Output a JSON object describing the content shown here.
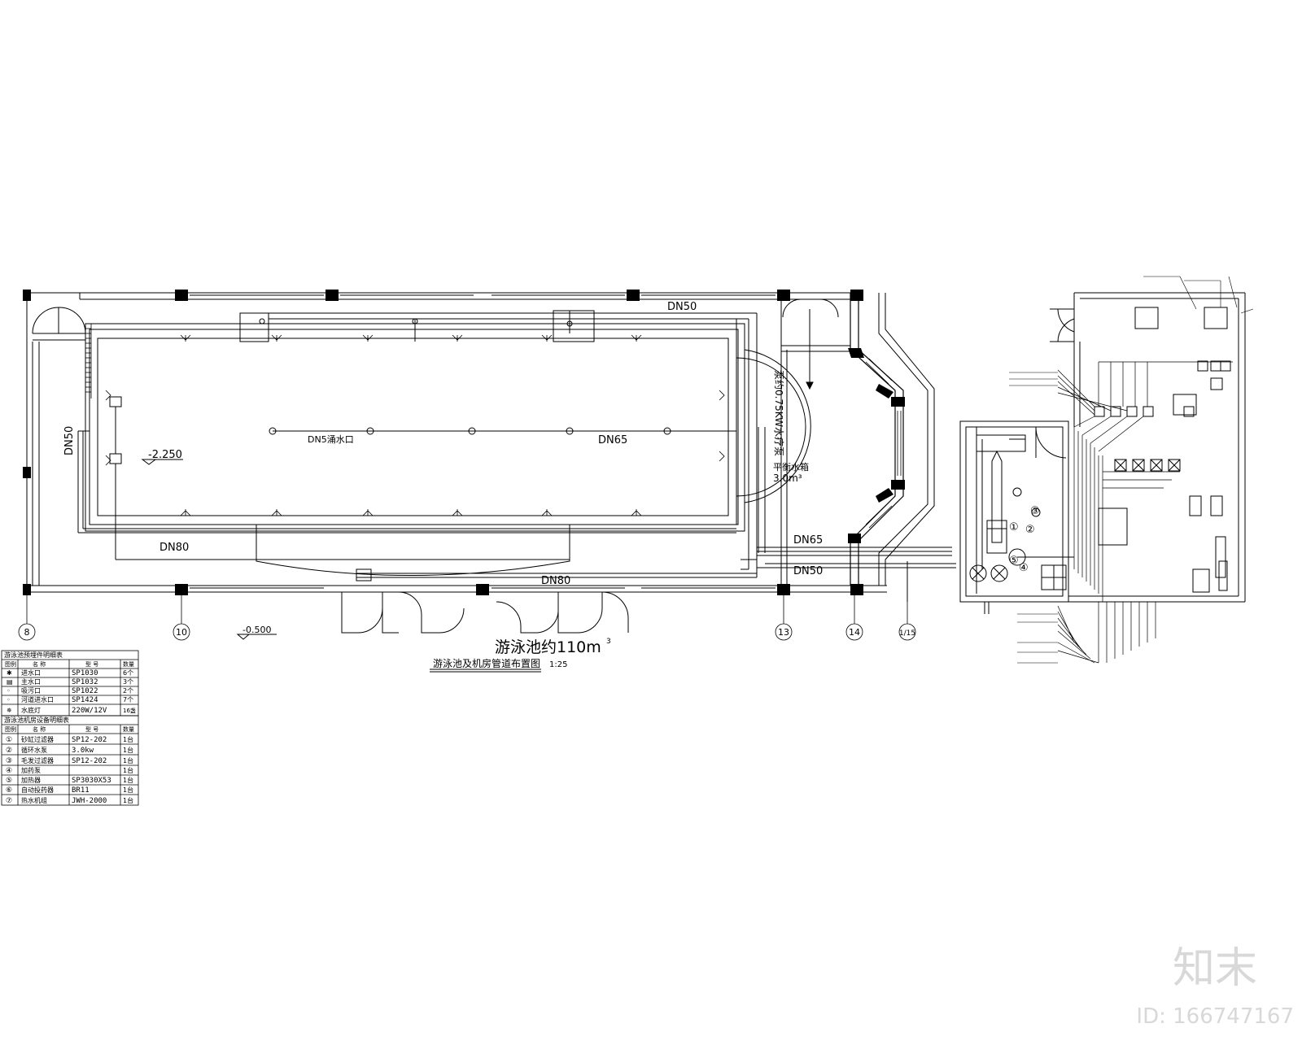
{
  "plan": {
    "labels": {
      "dn50_top": "DN50",
      "dn50_left": "DN50",
      "dn5_outlet": "DN5涌水口",
      "dn65_center": "DN65",
      "elev_pool": "-2.250",
      "dn80_left": "DN80",
      "dn80_bottom": "DN80",
      "dn65_right": "DN65",
      "dn50_right": "DN50",
      "pump_vertical": "泵约0.75KW水疗泵",
      "tank_label": "平衡水箱",
      "tank_volume": "3.0m³",
      "elev_floor": "-0.500"
    },
    "axes": [
      "8",
      "10",
      "13",
      "14",
      "1/15"
    ]
  },
  "title": {
    "main": "游泳池约110m",
    "main_sup": "3",
    "sub": "游泳池及机房管道布置图",
    "scale": "1:25"
  },
  "table1": {
    "title": "游泳池预埋件明细表",
    "headers": [
      "图例",
      "名 称",
      "型 号",
      "数量"
    ],
    "rows": [
      [
        "✱",
        "进水口",
        "SP1030",
        "6个"
      ],
      [
        "▤",
        "主水口",
        "SP1032",
        "3个"
      ],
      [
        "◦",
        "吸污口",
        "SP1022",
        "2个"
      ],
      [
        "◦",
        "河道进水口",
        "SP1424",
        "7个"
      ],
      [
        "✵",
        "水底灯",
        "220W/12V",
        "16盏"
      ]
    ]
  },
  "table2": {
    "title": "游泳池机房设备明细表",
    "headers": [
      "图例",
      "名 称",
      "型 号",
      "数量"
    ],
    "rows": [
      [
        "①",
        "砂缸过滤器",
        "SP12-202",
        "1台"
      ],
      [
        "②",
        "循环水泵",
        "3.0kw",
        "1台"
      ],
      [
        "③",
        "毛发过滤器",
        "SP12-202",
        "1台"
      ],
      [
        "④",
        "加药泵",
        "",
        "1台"
      ],
      [
        "⑤",
        "加热器",
        "SP3030X53",
        "1台"
      ],
      [
        "⑥",
        "自动投药器",
        "BR11",
        "1台"
      ],
      [
        "⑦",
        "热水机组",
        "JWH-2000",
        "1台"
      ]
    ]
  },
  "machine_room": {
    "circle_labels": [
      "①",
      "②",
      "③",
      "④",
      "⑤"
    ]
  },
  "watermark": {
    "logo": "知末",
    "id": "ID: 166747167"
  }
}
